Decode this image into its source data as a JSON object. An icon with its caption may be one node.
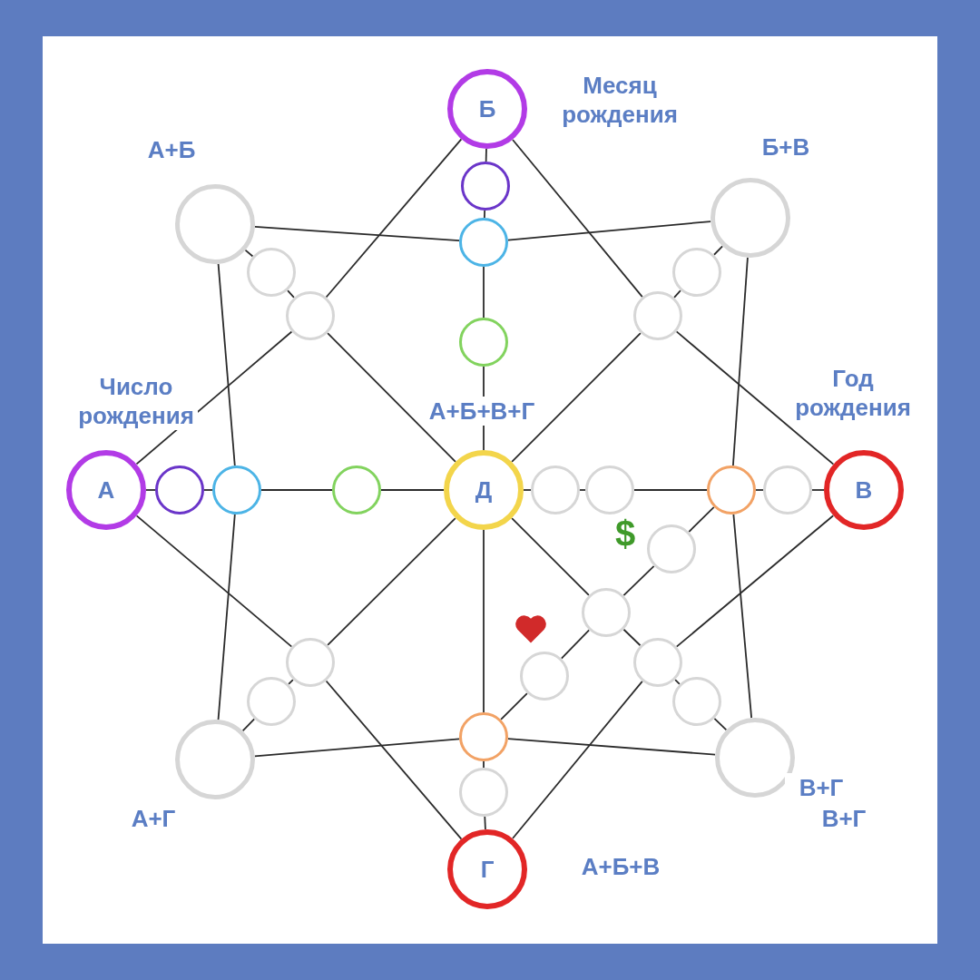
{
  "diagram": {
    "nodes": [
      {
        "text": [
          "Б"
        ],
        "beside": [
          "Месяц рождения"
        ]
      },
      {
        "text": [
          "А"
        ],
        "beside": [
          "Число рождения"
        ]
      },
      {
        "text": [
          "В"
        ],
        "beside": [
          "Год рождения"
        ]
      },
      {
        "text": [
          "Г"
        ],
        "beside": [
          "А+Б+В"
        ]
      },
      {
        "text": [
          "Д"
        ]
      },
      {
        "text": [],
        "shape": "circle",
        "beside": [
          "А+Б"
        ]
      },
      {
        "text": [],
        "shape": "circle",
        "beside": [
          "Б+В"
        ]
      },
      {
        "text": [],
        "shape": "circle",
        "beside": [
          "А+Г"
        ]
      },
      {
        "text": [],
        "shape": "circle",
        "beside": [
          "В+Г",
          "В+Г"
        ]
      },
      {
        "text": [],
        "shape": "circle"
      },
      {
        "text": [],
        "shape": "circle"
      },
      {
        "text": [],
        "shape": "circle"
      },
      {
        "text": [],
        "shape": "circle"
      },
      {
        "text": [],
        "shape": "circle"
      },
      {
        "text": [],
        "shape": "circle"
      },
      {
        "text": [],
        "shape": "circle"
      },
      {
        "text": [],
        "shape": "circle"
      },
      {
        "text": [],
        "shape": "circle"
      },
      {
        "text": [],
        "shape": "circle"
      },
      {
        "text": [],
        "shape": "circle"
      },
      {
        "text": [],
        "shape": "circle"
      },
      {
        "text": [],
        "shape": "circle"
      },
      {
        "text": [],
        "shape": "circle"
      },
      {
        "text": [],
        "shape": "circle"
      },
      {
        "text": [],
        "shape": "circle"
      },
      {
        "text": [],
        "shape": "circle"
      },
      {
        "text": [],
        "shape": "circle"
      },
      {
        "text": [],
        "shape": "circle"
      },
      {
        "text": [],
        "shape": "circle"
      },
      {
        "text": [],
        "shape": "circle"
      },
      {
        "text": [],
        "shape": "circle"
      },
      {
        "text": [],
        "shape": "circle"
      }
    ],
    "edges": [
      {
        "from": 0,
        "to": 9,
        "arrow": "none"
      },
      {
        "from": 9,
        "to": 10,
        "arrow": "none"
      },
      {
        "from": 10,
        "to": 11,
        "arrow": "none"
      },
      {
        "from": 11,
        "to": 4,
        "arrow": "none"
      },
      {
        "from": 4,
        "to": 19,
        "arrow": "none"
      },
      {
        "from": 19,
        "to": 20,
        "arrow": "none"
      },
      {
        "from": 20,
        "to": 3,
        "arrow": "none"
      },
      {
        "from": 1,
        "to": 12,
        "arrow": "none"
      },
      {
        "from": 12,
        "to": 13,
        "arrow": "none"
      },
      {
        "from": 13,
        "to": 14,
        "arrow": "none"
      },
      {
        "from": 14,
        "to": 4,
        "arrow": "none"
      },
      {
        "from": 4,
        "to": 15,
        "arrow": "none"
      },
      {
        "from": 15,
        "to": 16,
        "arrow": "none"
      },
      {
        "from": 16,
        "to": 17,
        "arrow": "none"
      },
      {
        "from": 17,
        "to": 18,
        "arrow": "none"
      },
      {
        "from": 18,
        "to": 2,
        "arrow": "none"
      },
      {
        "from": 1,
        "to": 22,
        "arrow": "none"
      },
      {
        "from": 22,
        "to": 0,
        "arrow": "none"
      },
      {
        "from": 0,
        "to": 24,
        "arrow": "none"
      },
      {
        "from": 24,
        "to": 2,
        "arrow": "none"
      },
      {
        "from": 2,
        "to": 28,
        "arrow": "none"
      },
      {
        "from": 28,
        "to": 3,
        "arrow": "none"
      },
      {
        "from": 3,
        "to": 26,
        "arrow": "none"
      },
      {
        "from": 26,
        "to": 1,
        "arrow": "none"
      },
      {
        "from": 5,
        "to": 10,
        "arrow": "none"
      },
      {
        "from": 10,
        "to": 6,
        "arrow": "none"
      },
      {
        "from": 6,
        "to": 17,
        "arrow": "none"
      },
      {
        "from": 17,
        "to": 8,
        "arrow": "none"
      },
      {
        "from": 8,
        "to": 19,
        "arrow": "none"
      },
      {
        "from": 19,
        "to": 7,
        "arrow": "none"
      },
      {
        "from": 7,
        "to": 13,
        "arrow": "none"
      },
      {
        "from": 13,
        "to": 5,
        "arrow": "none"
      },
      {
        "from": 5,
        "to": 21,
        "arrow": "none"
      },
      {
        "from": 21,
        "to": 22,
        "arrow": "none"
      },
      {
        "from": 22,
        "to": 4,
        "arrow": "none"
      },
      {
        "from": 6,
        "to": 23,
        "arrow": "none"
      },
      {
        "from": 23,
        "to": 24,
        "arrow": "none"
      },
      {
        "from": 24,
        "to": 4,
        "arrow": "none"
      },
      {
        "from": 7,
        "to": 25,
        "arrow": "none"
      },
      {
        "from": 25,
        "to": 26,
        "arrow": "none"
      },
      {
        "from": 26,
        "to": 4,
        "arrow": "none"
      },
      {
        "from": 8,
        "to": 27,
        "arrow": "none"
      },
      {
        "from": 27,
        "to": 28,
        "arrow": "none"
      },
      {
        "from": 28,
        "to": 30,
        "arrow": "none"
      },
      {
        "from": 30,
        "to": 4,
        "arrow": "none"
      },
      {
        "from": 17,
        "to": 29,
        "arrow": "none"
      },
      {
        "from": 29,
        "to": 30,
        "arrow": "none"
      },
      {
        "from": 30,
        "to": 31,
        "arrow": "none"
      },
      {
        "from": 31,
        "to": 19,
        "arrow": "none"
      }
    ],
    "labels": [
      "А+Б+В+Г",
      "$"
    ]
  }
}
